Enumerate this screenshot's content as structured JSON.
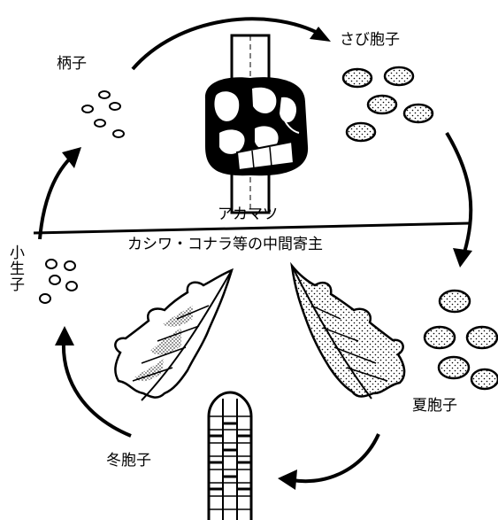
{
  "diagram": {
    "type": "rust fungus life cycle",
    "labels": {
      "pedicel_spores": "柄子",
      "aeciospores": "さび胞子",
      "host_pine": "アカマツ",
      "alternate_host": "カシワ・コナラ等の中間寄主",
      "sporidia": "小生子",
      "urediniospores": "夏胞子",
      "teliospores": "冬胞子"
    },
    "cycle_direction": "clockwise",
    "colors": {
      "ink": "#000000",
      "paper": "#ffffff"
    }
  }
}
